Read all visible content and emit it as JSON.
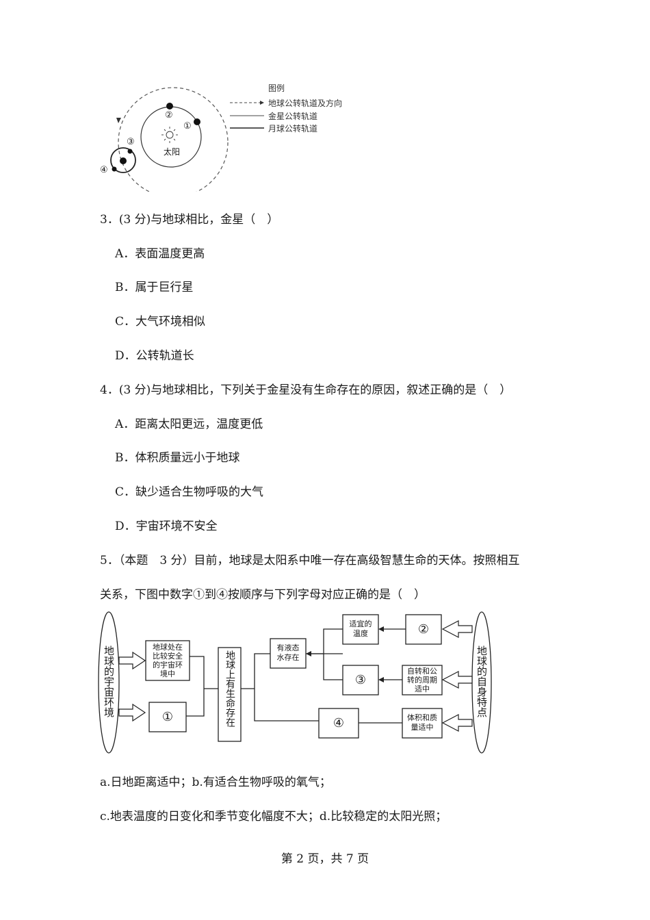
{
  "figure1": {
    "legend_title": "图例",
    "legend_items": [
      "地球公转轨道及方向",
      "金星公转轨道",
      "月球公转轨道"
    ],
    "sun_label": "太阳",
    "markers": [
      "①",
      "②",
      "③",
      "④"
    ]
  },
  "q3": {
    "stem": "3．(3 分)与地球相比，金星（　）",
    "options": [
      "A．表面温度更高",
      "B．属于巨行星",
      "C．大气环境相似",
      "D．公转轨道长"
    ]
  },
  "q4": {
    "stem": "4．(3 分)与地球相比，下列关于金星没有生命存在的原因，叙述正确的是（　）",
    "options": [
      "A．距离太阳更远，温度更低",
      "B．体积质量远小于地球",
      "C．缺少适合生物呼吸的大气",
      "D．宇宙环境不安全"
    ]
  },
  "q5": {
    "stem_line1": "5．（本题　3 分）目前，地球是太阳系中唯一存在高级智慧生命的天体。按照相互",
    "stem_line2": "关系，下图中数字①到④按顺序与下列字母对应正确的是（　）",
    "diagram": {
      "left_oval": "地球的宇宙环境",
      "right_oval": "地球的自身特点",
      "safe_env": [
        "地球处在",
        "比较安全",
        "的宇宙环",
        "境中"
      ],
      "center": "地球上有生命存在",
      "liquid_water": [
        "有液态",
        "水存在"
      ],
      "suitable_temp": [
        "适宜的",
        "温度"
      ],
      "rotation": [
        "自转和公",
        "转的周期",
        "适中"
      ],
      "volume_mass": [
        "体积和质",
        "量适中"
      ],
      "n1": "①",
      "n2": "②",
      "n3": "③",
      "n4": "④"
    },
    "choices_line1": "a.日地距离适中；b.有适合生物呼吸的氧气；",
    "choices_line2": "c.地表温度的日变化和季节变化幅度不大；d.比较稳定的太阳光照；"
  },
  "footer": {
    "page_text": "第 2 页，共 7 页"
  }
}
